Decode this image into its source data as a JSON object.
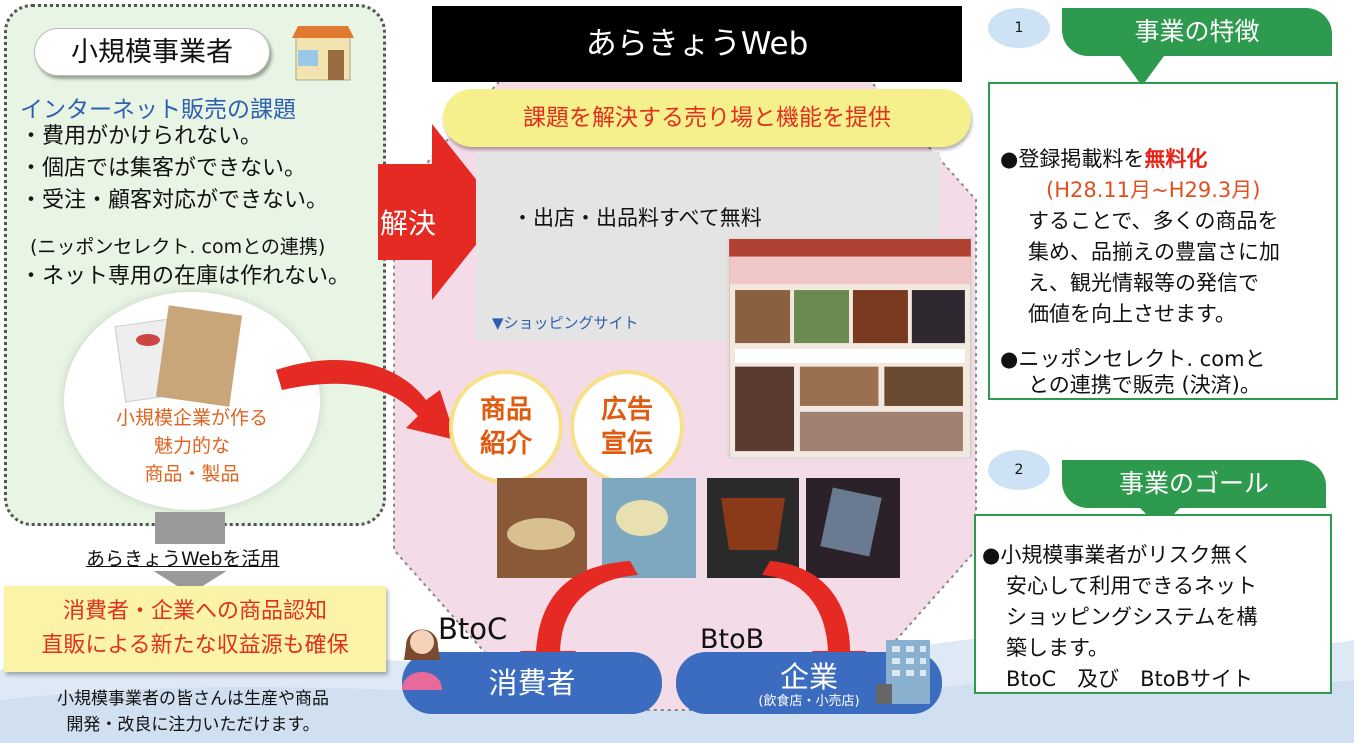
{
  "left_panel": {
    "badge": "小規模事業者",
    "issues_title": "インターネット販売の課題",
    "issues": [
      "・費用がかけられない。",
      "・個店では集客ができない。",
      "・受注・顧客対応ができない。"
    ],
    "note": "(ニッポンセレクト. comとの連携)",
    "note_issue": "・ネット専用の在庫は作れない。",
    "product_lines": [
      "小規模企業が作る",
      "魅力的な",
      "商品・製品"
    ],
    "use_label": "あらきょうWebを活用",
    "result_lines": [
      "消費者・企業への商品認知",
      "直販による新たな収益源も確保"
    ],
    "footer_lines": [
      "小規模事業者の皆さんは生産や商品",
      "開発・改良に注力いただけます。"
    ]
  },
  "center": {
    "title": "あらきょうWeb",
    "solve": "解決",
    "banner": "課題を解決する売り場と機能を提供",
    "feature": "・出店・出品料すべて無料",
    "shopping_link": "▼ショッピングサイト",
    "circle_1": [
      "商品",
      "紹介"
    ],
    "circle_2": [
      "広告",
      "宣伝"
    ],
    "btoc_label": "BtoC",
    "btob_label": "BtoB",
    "consumer": "消費者",
    "company": "企業",
    "company_sub": "(飲食店・小売店)"
  },
  "right": {
    "feat_num": "1",
    "feat_header": "事業の特徴",
    "feat_line1_pre": "●登録掲載料を",
    "feat_line1_red": "無料化",
    "feat_period": "(H28.11月~H29.3月)",
    "feat_lines": [
      "することで、多くの商品を",
      "集め、品揃えの豊富さに加",
      "え、観光情報等の発信で",
      "価値を向上させます。"
    ],
    "feat_lines2": [
      "●ニッポンセレクト. comと",
      "との連携で販売 (決済)。"
    ],
    "goal_num": "2",
    "goal_header": "事業のゴール",
    "goal_lines": [
      "●小規模事業者がリスク無く",
      "安心して利用できるネット",
      "ショッピングシステムを構",
      "築します。",
      "BtoC　及び　BtoBサイト"
    ]
  },
  "colors": {
    "accent_green": "#2e9a4e",
    "arrow_red": "#e42a22",
    "pill_blue": "#3b6cbf",
    "title_black": "#000000"
  }
}
